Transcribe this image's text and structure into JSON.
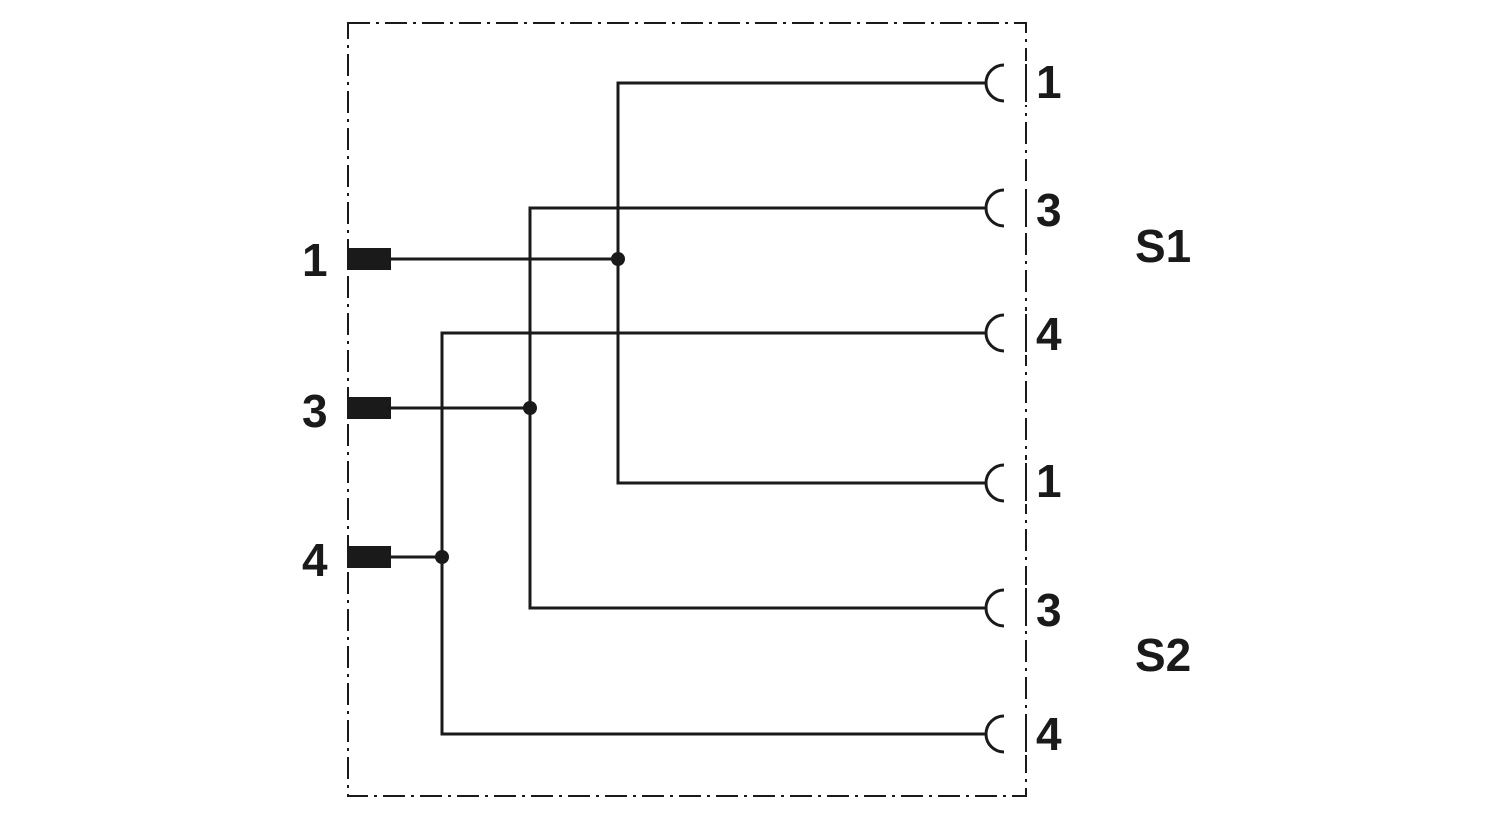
{
  "diagram": {
    "colors": {
      "line": "#1a1a1a",
      "background": "#ffffff"
    },
    "input_pins": [
      {
        "label": "1",
        "icon": "male-pin-icon"
      },
      {
        "label": "3",
        "icon": "male-pin-icon"
      },
      {
        "label": "4",
        "icon": "male-pin-icon"
      }
    ],
    "sockets": {
      "s1": {
        "label": "S1",
        "contacts": [
          {
            "label": "1",
            "icon": "female-socket-icon"
          },
          {
            "label": "3",
            "icon": "female-socket-icon"
          },
          {
            "label": "4",
            "icon": "female-socket-icon"
          }
        ]
      },
      "s2": {
        "label": "S2",
        "contacts": [
          {
            "label": "1",
            "icon": "female-socket-icon"
          },
          {
            "label": "3",
            "icon": "female-socket-icon"
          },
          {
            "label": "4",
            "icon": "female-socket-icon"
          }
        ]
      }
    },
    "connections": [
      {
        "from": "1",
        "to": [
          "S1.1",
          "S2.1"
        ]
      },
      {
        "from": "3",
        "to": [
          "S1.3",
          "S2.3"
        ]
      },
      {
        "from": "4",
        "to": [
          "S1.4",
          "S2.4"
        ]
      }
    ]
  }
}
